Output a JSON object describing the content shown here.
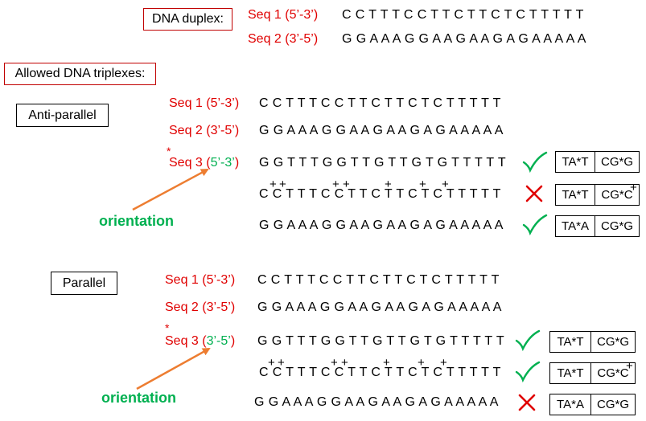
{
  "header": {
    "duplex_title": "DNA duplex:",
    "seq1_label": "Seq 1 (5’-3’)",
    "seq2_label": "Seq 2 (3’-5’)",
    "seq1": "C C  T T  T C C  T T  C T T  C T C  T  T T  T T",
    "seq2": "G G A A A G G A A G A A G A G A A A A A"
  },
  "triplex_title": "Allowed DNA triplexes:",
  "anti": {
    "title": "Anti-parallel",
    "seq1_label": "Seq 1 (5’-3’)",
    "seq2_label": "Seq 2 (3’-5’)",
    "star": "*",
    "seq3_label_pre": "Seq 3 (",
    "seq3_label_dir": "5’-3’",
    "seq3_label_post": ")",
    "seq1": "C C  T T  T C C  T T  C T T  C T C  T  T T  T T",
    "seq2": "G G A A A G G A A G A A G A G A A A A A",
    "orientation": "orientation",
    "rows": [
      {
        "seq": "G G  T T T G G  T T G  T T  G T G T  T T  T T",
        "mark": "check",
        "box1": "TA*T",
        "box2": "CG*G"
      },
      {
        "seq": "C C  T T  T C C  T T  C T T  C T C  T  T T  T T",
        "mark": "cross",
        "box1": "TA*T",
        "box2": "CG*C"
      },
      {
        "seq": "G G A A A G G  A A G A A G A G A A A A A",
        "mark": "check",
        "box1": "TA*A",
        "box2": "CG*G"
      }
    ]
  },
  "para": {
    "title": "Parallel",
    "seq1_label": "Seq 1 (5’-3’)",
    "seq2_label": "Seq 2 (3’-5’)",
    "star": "*",
    "seq3_label_pre": "Seq 3 (",
    "seq3_label_dir": "3’-5’",
    "seq3_label_post": ")",
    "seq1": "C C  T T  T C C  T T  C T T  C T C  T  T T  T T",
    "seq2": "G G A A A G G A A G A A G A G A A A A A",
    "orientation": "orientation",
    "rows": [
      {
        "seq": "G G  T T T G G  T T G  T T  G T G T  T T  T T",
        "mark": "check",
        "box1": "TA*T",
        "box2": "CG*G"
      },
      {
        "seq": "C C  T T  T C C  T T  C T T  C T C  T  T T  T T",
        "mark": "check",
        "box1": "TA*T",
        "box2": "CG*C"
      },
      {
        "seq": "G G A A A G G  A A G A A G A G A A A A A",
        "mark": "cross",
        "box1": "TA*A",
        "box2": "CG*G"
      }
    ]
  },
  "plus_sign": "+",
  "colors": {
    "label_red": "#e00000",
    "green": "#00b050",
    "arrow": "#ed7d31",
    "cross": "#e00000"
  }
}
